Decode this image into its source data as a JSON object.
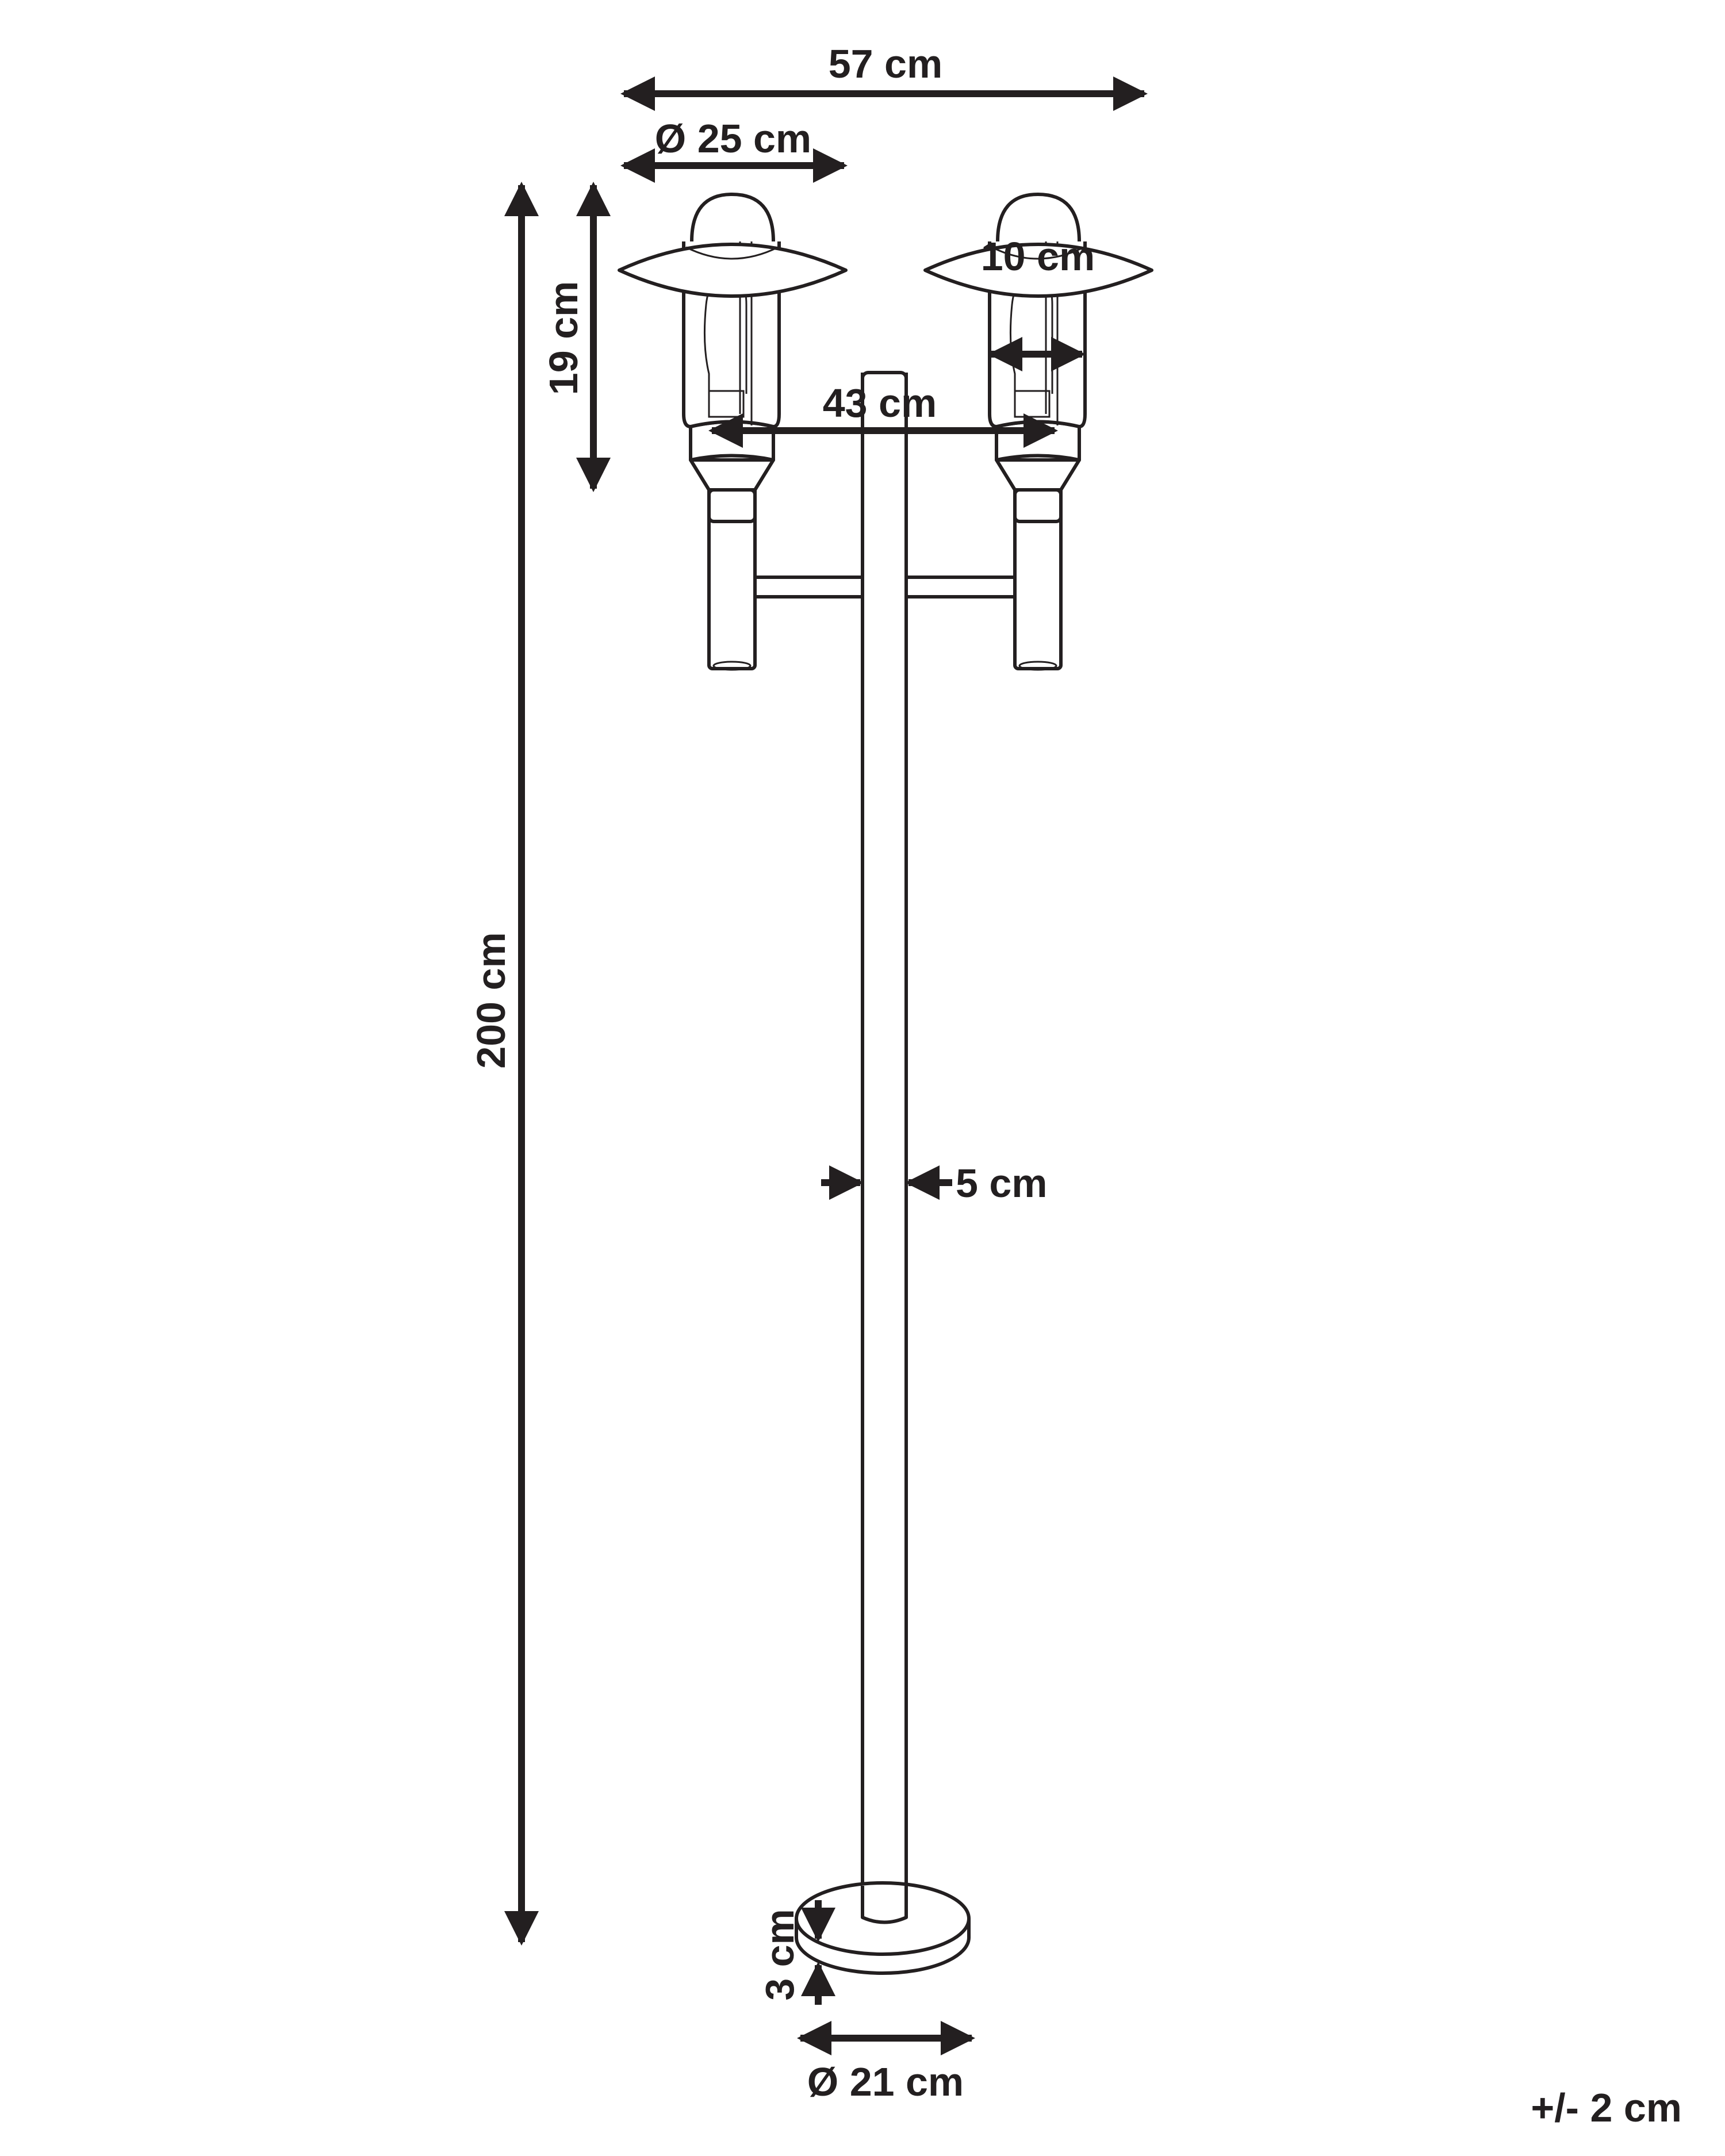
{
  "dimensions": {
    "total_width": "57 cm",
    "shade_diameter": "Ø 25 cm",
    "head_height": "19 cm",
    "total_height": "200 cm",
    "glass_width": "10 cm",
    "arm_span": "43 cm",
    "pole_diameter": "5 cm",
    "base_height": "3 cm",
    "base_diameter": "Ø 21 cm",
    "tolerance": "+/- 2 cm"
  },
  "colors": {
    "line": "#231f20",
    "background": "#ffffff"
  }
}
